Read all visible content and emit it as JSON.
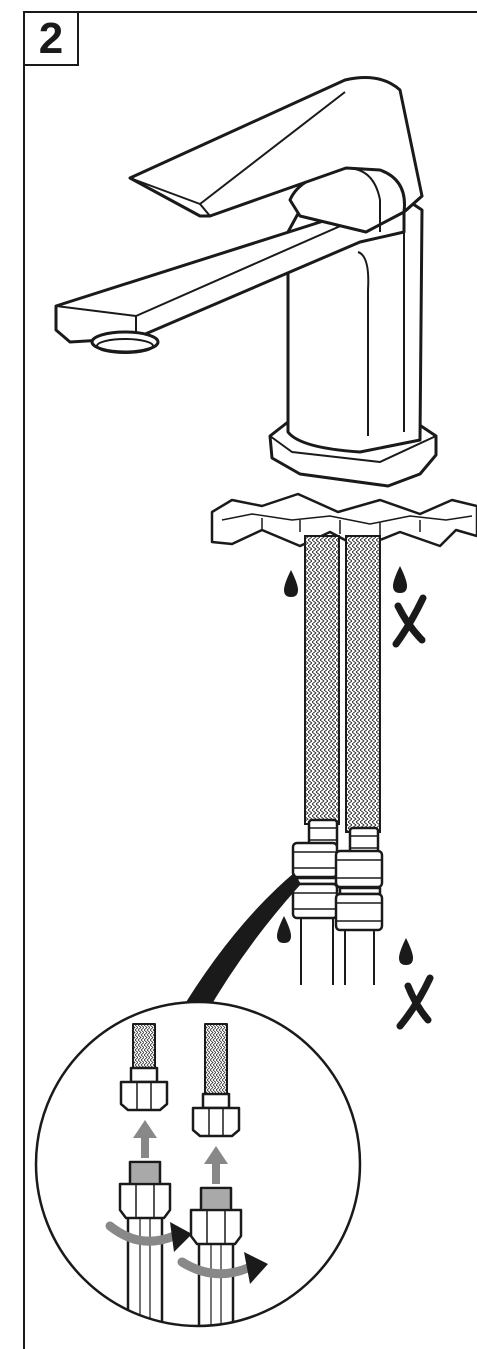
{
  "step": {
    "number": "2"
  },
  "icons": {
    "faucet": "basin-mixer-faucet",
    "hoses": "braided-flexible-hoses",
    "drops": "water-drop-icon",
    "cross": "cross-mark-icon",
    "arrows": "direction-arrow-icon",
    "magnifier": "detail-zoom-circle"
  },
  "colors": {
    "line": "#1a1a1a",
    "arrow_gray": "#888888",
    "background": "#ffffff"
  }
}
